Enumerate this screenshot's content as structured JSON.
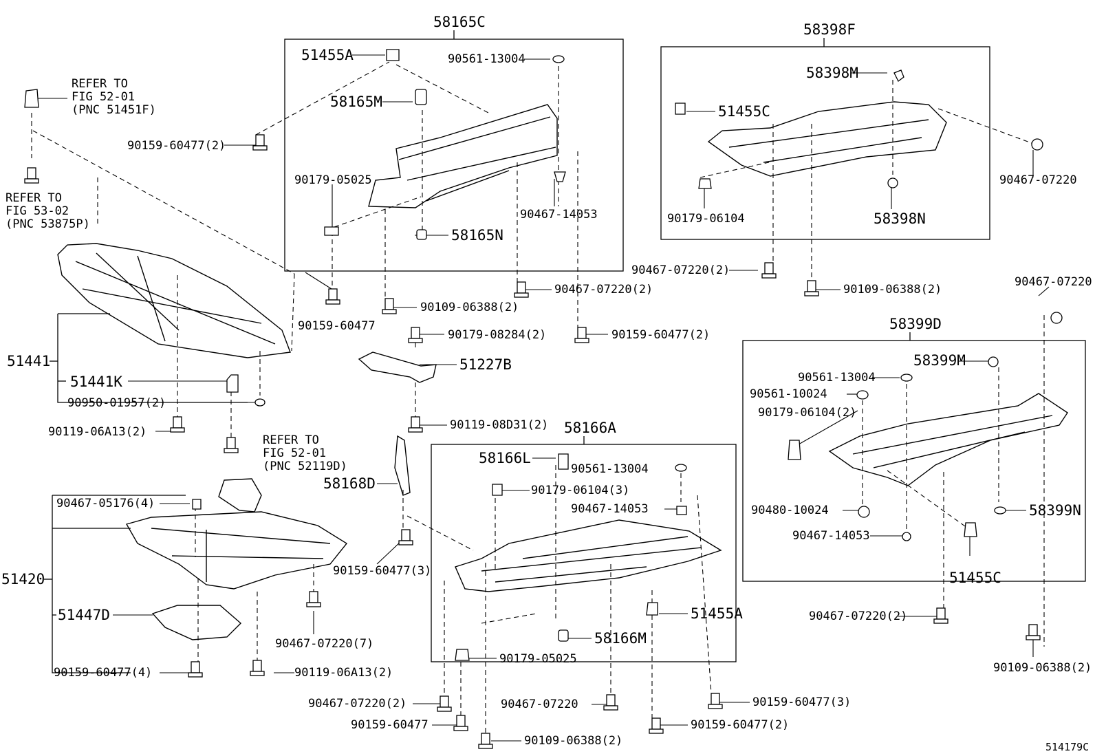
{
  "groups": {
    "g58165C": "58165C",
    "g58398F": "58398F",
    "g58399D": "58399D",
    "g58166A": "58166A"
  },
  "labels": {
    "l51455A_top": "51455A",
    "l90561_13004_a": "90561-13004",
    "l58165M": "58165M",
    "l90179_05025_a": "90179-05025",
    "l90467_14053_a": "90467-14053",
    "l58165N": "58165N",
    "l90159_60477_2a": "90159-60477(2)",
    "l90159_60477_b": "90159-60477",
    "l90109_06388_2a": "90109-06388(2)",
    "l90467_07220_2a": "90467-07220(2)",
    "l90159_60477_2b": "90159-60477(2)",
    "l90179_08284_2": "90179-08284(2)",
    "l51227B": "51227B",
    "l90119_08D31_2": "90119-08D31(2)",
    "l58398M": "58398M",
    "l51455C_a": "51455C",
    "l90467_07220_a": "90467-07220",
    "l90179_06104_a": "90179-06104",
    "l58398N": "58398N",
    "l90467_07220_2b": "90467-07220(2)",
    "l90109_06388_2b": "90109-06388(2)",
    "l90467_07220_b": "90467-07220",
    "l58399M": "58399M",
    "l90561_13004_b": "90561-13004",
    "l90561_10024": "90561-10024",
    "l90179_06104_2": "90179-06104(2)",
    "l90480_10024": "90480-10024",
    "l90467_14053_b": "90467-14053",
    "l58399N": "58399N",
    "l51455C_b": "51455C",
    "l90467_07220_2c": "90467-07220(2)",
    "l90109_06388_2c": "90109-06388(2)",
    "l51441": "51441",
    "l51441K": "51441K",
    "l90950_01957_2": "90950-01957(2)",
    "l90119_06A13_2a": "90119-06A13(2)",
    "l51420": "51420",
    "l90467_05176_4": "90467-05176(4)",
    "l51447D": "51447D",
    "l90159_60477_4": "90159-60477(4)",
    "l90119_06A13_2b": "90119-06A13(2)",
    "l90467_07220_7": "90467-07220(7)",
    "l58168D": "58168D",
    "l90159_60477_3a": "90159-60477(3)",
    "l58166L": "58166L",
    "l90561_13004_c": "90561-13004",
    "l90179_06104_3": "90179-06104(3)",
    "l90467_14053_c": "90467-14053",
    "l51455A_b": "51455A",
    "l58166M": "58166M",
    "l90179_05025_b": "90179-05025",
    "l90467_07220_2d": "90467-07220(2)",
    "l90467_07220_c": "90467-07220",
    "l90159_60477_3b": "90159-60477(3)",
    "l90159_60477_c": "90159-60477",
    "l90159_60477_2c": "90159-60477(2)",
    "l90109_06388_2d": "90109-06388(2)",
    "refer1_l1": "REFER TO",
    "refer1_l2": "FIG 52-01",
    "refer1_l3": "(PNC 51451F)",
    "refer2_l1": "REFER TO",
    "refer2_l2": "FIG 53-02",
    "refer2_l3": "(PNC 53875P)",
    "refer3_l1": "REFER TO",
    "refer3_l2": "FIG 52-01",
    "refer3_l3": "(PNC 52119D)",
    "figure_code": "514179C"
  }
}
